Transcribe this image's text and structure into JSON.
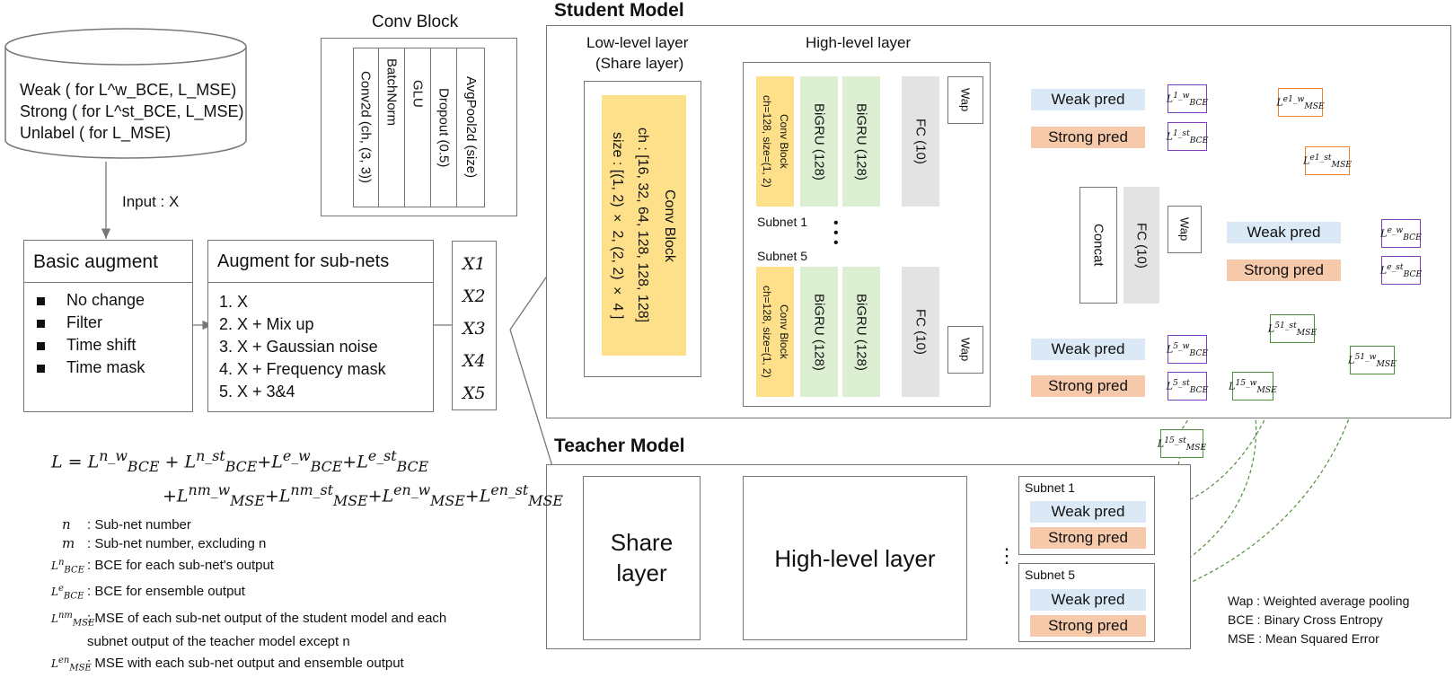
{
  "dataset": {
    "weak": "Weak ( for L^w_BCE, L_MSE)",
    "strong": "Strong ( for L^st_BCE, L_MSE)",
    "unlabel": "Unlabel ( for L_MSE)",
    "input_label": "Input : X"
  },
  "basic_augment": {
    "title": "Basic augment",
    "items": [
      "No change",
      "Filter",
      "Time shift",
      "Time mask"
    ]
  },
  "subnet_augment": {
    "title": "Augment for sub-nets",
    "items": [
      "1.  X",
      "2.  X + Mix up",
      "3.  X + Gaussian noise",
      "4.  X + Frequency mask",
      "5.  X + 3&4"
    ]
  },
  "inputs": [
    "X1",
    "X2",
    "X3",
    "X4",
    "X5"
  ],
  "conv_block": {
    "title": "Conv Block",
    "layers": [
      "Conv2d (ch, (3, 3))",
      "BatchNorm",
      "GLU",
      "Dropout (0.5)",
      "AvgPool2d (size)"
    ]
  },
  "student": {
    "title": "Student Model",
    "low_level_title": "Low-level layer",
    "low_level_subtitle": "(Share layer)",
    "low_conv_title": "Conv Block",
    "low_conv_ch": "ch  : [16, 32, 64, 128, 128, 128]",
    "low_conv_size": "size : [(1, 2) × 2, (2, 2) × 4 ]",
    "high_level_title": "High-level layer",
    "subnet_conv": "Conv Block",
    "subnet_conv_params": "ch=128, size=(1, 2)",
    "bigru": "BiGRU (128)",
    "fc": "FC (10)",
    "wap": "Wap",
    "subnet1": "Subnet 1",
    "subnet5": "Subnet 5",
    "dots": "•\n•\n•",
    "concat": "Concat",
    "weak_pred": "Weak pred",
    "strong_pred": "Strong pred"
  },
  "teacher": {
    "title": "Teacher Model",
    "share_layer": "Share\nlayer",
    "high_level": "High-level layer",
    "subnet1": "Subnet 1",
    "subnet5": "Subnet 5",
    "weak_pred": "Weak pred",
    "strong_pred": "Strong pred",
    "dots": "⋮"
  },
  "loss_tags": {
    "bce_1w": "L^1_w BCE",
    "bce_1st": "L^1_st BCE",
    "mse_e1w": "L^e1_w MSE",
    "mse_e1st": "L^e1_st MSE",
    "bce_ew": "L^e_w BCE",
    "bce_est": "L^e_st BCE",
    "mse_51st": "L^51_st MSE",
    "mse_51w": "L^51_w MSE",
    "bce_5w": "L^5_w BCE",
    "bce_5st": "L^5_st BCE",
    "mse_15w": "L^15_w MSE",
    "mse_15st": "L^15_st MSE"
  },
  "formula": {
    "line1": "L = L^n_w BCE + L^n_st BCE + L^e_w BCE + L^e_st BCE",
    "line2": "+L^nm_w MSE + L^nm_st MSE + L^en_w MSE + L^en_st MSE"
  },
  "definitions": [
    {
      "sym": "n",
      "text": ": Sub-net number"
    },
    {
      "sym": "m",
      "text": ": Sub-net number, excluding n"
    },
    {
      "sym": "L^n_BCE",
      "text": ": BCE for each sub-net's output"
    },
    {
      "sym": "L^e_BCE",
      "text": ": BCE for ensemble output"
    },
    {
      "sym": "L^nm_MSE",
      "text": ": MSE of each sub-net output of the student model and each"
    },
    {
      "sym": "",
      "text": "subnet output of the teacher model except n"
    },
    {
      "sym": "L^en_MSE",
      "text": ": MSE with each sub-net output and ensemble output"
    }
  ],
  "legend": [
    "Wap : Weighted average pooling",
    "BCE  : Binary Cross Entropy",
    "MSE : Mean Squared Error"
  ],
  "colors": {
    "weak": "#dbe9f6",
    "strong": "#f6c9ab",
    "conv": "#ffe08a",
    "bigru": "#dcefd2",
    "fc": "#e3e3e3",
    "bce_arrow": "#6a2fb0",
    "mse_orange": "#e5832e",
    "mse_green": "#4e8f3a"
  }
}
